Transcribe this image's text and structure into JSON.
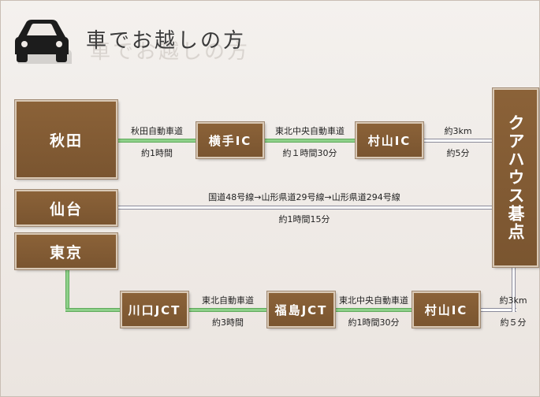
{
  "header": {
    "title": "車でお越しの方",
    "icon": "car-icon"
  },
  "colors": {
    "box": "#7f5833",
    "highway": "#8ed08a",
    "local_road": "#ffffff"
  },
  "nodes": {
    "akita": "秋田",
    "yokote_ic": "横手IC",
    "murayama_ic_top": "村山IC",
    "sendai": "仙台",
    "tokyo": "東京",
    "kawaguchi_jct": "川口JCT",
    "fukushima_jct": "福島JCT",
    "murayama_ic_bottom": "村山IC",
    "destination": "クアハウス碁点"
  },
  "routes": {
    "akita_to_yokote": {
      "road": "秋田自動車道",
      "time": "約1時間"
    },
    "yokote_to_murayama": {
      "road": "東北中央自動車道",
      "time": "約１時間30分"
    },
    "murayama_to_dest_top": {
      "distance": "約3km",
      "time": "約5分"
    },
    "sendai_to_dest": {
      "road": "国道48号線→山形県道29号線→山形県道294号線",
      "time": "約1時間15分"
    },
    "kawaguchi_to_fukushima": {
      "road": "東北自動車道",
      "time": "約3時間"
    },
    "fukushima_to_murayama": {
      "road": "東北中央自動車道",
      "time": "約1時間30分"
    },
    "murayama_to_dest_bottom": {
      "distance": "約3km",
      "time": "約５分"
    }
  }
}
